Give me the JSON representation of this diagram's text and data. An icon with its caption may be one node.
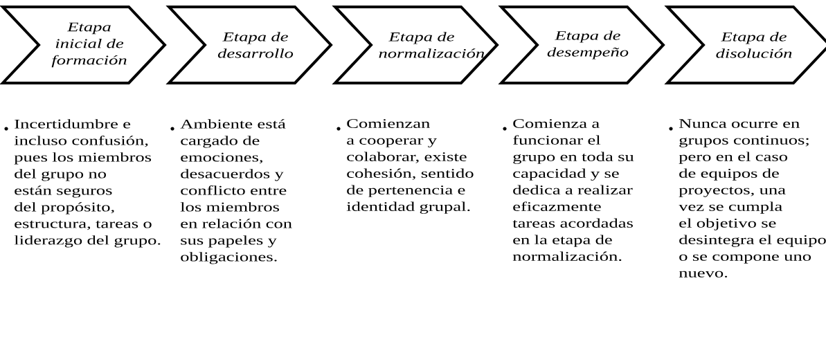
{
  "diagram": {
    "nodes": [
      {
        "text": [
          "Etapa inicial de formación"
        ],
        "beside": [
          "Incertidumbre e incluso confusión, pues los miembros del grupo no están seguros del propósito, estructura, tareas o liderazgo del grupo."
        ]
      },
      {
        "text": [
          "Etapa de desarrollo"
        ],
        "beside": [
          "Ambiente está cargado de emociones, desacuerdos y conflicto entre los miembros en relación con sus papeles y obligaciones."
        ]
      },
      {
        "text": [
          "Etapa de normalización"
        ],
        "beside": [
          "Comienzan a cooperar y colaborar, existe cohesión, sentido de pertenencia e identidad grupal."
        ]
      },
      {
        "text": [
          "Etapa de desempeño"
        ],
        "beside": [
          "Comienza a funcionar el grupo en toda su capacidad y se dedica a realizar eficazmente tareas acordadas en la etapa de normalización."
        ]
      },
      {
        "text": [
          "Etapa de disolución"
        ],
        "beside": [
          "Nunca ocurre en grupos continuos; pero en el caso de equipos de proyectos, una vez se cumpla el objetivo se desintegra el equipo o se compone uno nuevo."
        ]
      }
    ]
  }
}
